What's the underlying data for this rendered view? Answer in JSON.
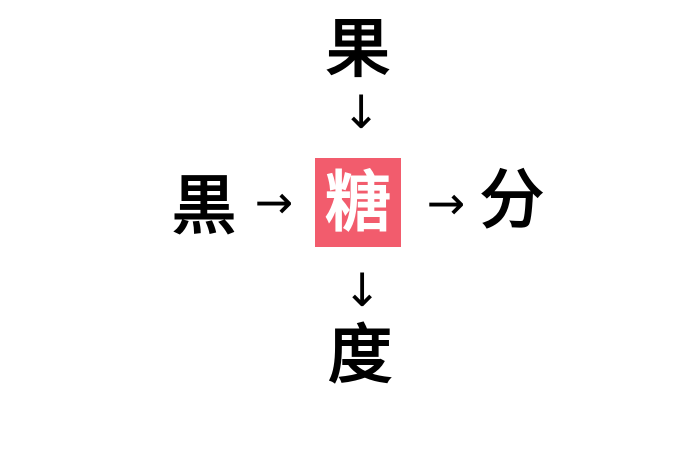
{
  "puzzle": {
    "type": "kanji-fill-in-puzzle",
    "center": "糖",
    "top": "果",
    "left": "黒",
    "right": "分",
    "bottom": "度",
    "arrow_down": "↓",
    "arrow_right": "→",
    "colors": {
      "background": "#ffffff",
      "kanji_text": "#000000",
      "center_box_bg": "#f25c6d",
      "center_text": "#ffffff"
    }
  }
}
